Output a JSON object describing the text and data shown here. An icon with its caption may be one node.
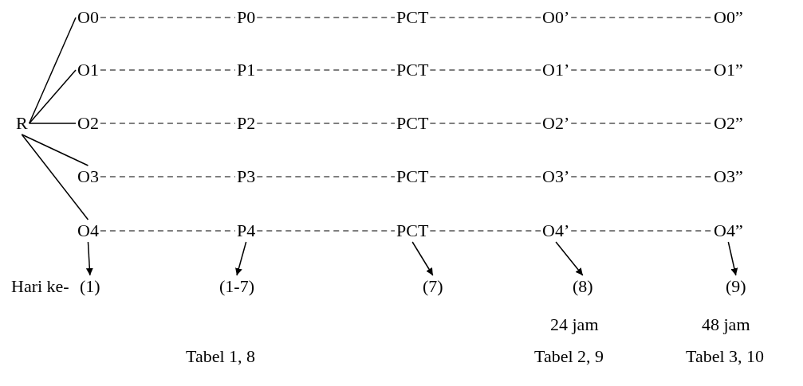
{
  "diagram": {
    "nodes": [
      {
        "text": [
          "R"
        ]
      },
      {
        "text": [
          "O0"
        ]
      },
      {
        "text": [
          "P0"
        ]
      },
      {
        "text": [
          "PCT"
        ]
      },
      {
        "text": [
          "O0’"
        ]
      },
      {
        "text": [
          "O0”"
        ]
      },
      {
        "text": [
          "O1"
        ]
      },
      {
        "text": [
          "P1"
        ]
      },
      {
        "text": [
          "PCT"
        ]
      },
      {
        "text": [
          "O1’"
        ]
      },
      {
        "text": [
          "O1”"
        ]
      },
      {
        "text": [
          "O2"
        ]
      },
      {
        "text": [
          "P2"
        ]
      },
      {
        "text": [
          "PCT"
        ]
      },
      {
        "text": [
          "O2’"
        ]
      },
      {
        "text": [
          "O2”"
        ]
      },
      {
        "text": [
          "O3"
        ]
      },
      {
        "text": [
          "P3"
        ]
      },
      {
        "text": [
          "PCT"
        ]
      },
      {
        "text": [
          "O3’"
        ]
      },
      {
        "text": [
          "O3”"
        ]
      },
      {
        "text": [
          "O4"
        ]
      },
      {
        "text": [
          "P4"
        ]
      },
      {
        "text": [
          "PCT"
        ]
      },
      {
        "text": [
          "O4’"
        ]
      },
      {
        "text": [
          "O4”"
        ]
      },
      {
        "text": [
          "(1)"
        ]
      },
      {
        "text": [
          "(1-7)"
        ]
      },
      {
        "text": [
          "(7)"
        ]
      },
      {
        "text": [
          "(8)"
        ]
      },
      {
        "text": [
          "(9)"
        ]
      }
    ],
    "edges": [
      {
        "from": 0,
        "to": 1,
        "arrow": "none"
      },
      {
        "from": 0,
        "to": 6,
        "arrow": "none"
      },
      {
        "from": 0,
        "to": 11,
        "arrow": "none"
      },
      {
        "from": 0,
        "to": 16,
        "arrow": "none"
      },
      {
        "from": 0,
        "to": 21,
        "arrow": "none"
      },
      {
        "from": 1,
        "to": 2,
        "arrow": "none",
        "style": "dashed"
      },
      {
        "from": 2,
        "to": 3,
        "arrow": "none",
        "style": "dashed"
      },
      {
        "from": 3,
        "to": 4,
        "arrow": "none",
        "style": "dashed"
      },
      {
        "from": 4,
        "to": 5,
        "arrow": "none",
        "style": "dashed"
      },
      {
        "from": 6,
        "to": 7,
        "arrow": "none",
        "style": "dashed"
      },
      {
        "from": 7,
        "to": 8,
        "arrow": "none",
        "style": "dashed"
      },
      {
        "from": 8,
        "to": 9,
        "arrow": "none",
        "style": "dashed"
      },
      {
        "from": 9,
        "to": 10,
        "arrow": "none",
        "style": "dashed"
      },
      {
        "from": 11,
        "to": 12,
        "arrow": "none",
        "style": "dashed"
      },
      {
        "from": 12,
        "to": 13,
        "arrow": "none",
        "style": "dashed"
      },
      {
        "from": 13,
        "to": 14,
        "arrow": "none",
        "style": "dashed"
      },
      {
        "from": 14,
        "to": 15,
        "arrow": "none",
        "style": "dashed"
      },
      {
        "from": 16,
        "to": 17,
        "arrow": "none",
        "style": "dashed"
      },
      {
        "from": 17,
        "to": 18,
        "arrow": "none",
        "style": "dashed"
      },
      {
        "from": 18,
        "to": 19,
        "arrow": "none",
        "style": "dashed"
      },
      {
        "from": 19,
        "to": 20,
        "arrow": "none",
        "style": "dashed"
      },
      {
        "from": 21,
        "to": 22,
        "arrow": "none",
        "style": "dashed"
      },
      {
        "from": 22,
        "to": 23,
        "arrow": "none",
        "style": "dashed"
      },
      {
        "from": 23,
        "to": 24,
        "arrow": "none",
        "style": "dashed"
      },
      {
        "from": 24,
        "to": 25,
        "arrow": "none",
        "style": "dashed"
      },
      {
        "from": 21,
        "to": 26,
        "arrow": "to"
      },
      {
        "from": 22,
        "to": 27,
        "arrow": "to"
      },
      {
        "from": 23,
        "to": 28,
        "arrow": "to"
      },
      {
        "from": 24,
        "to": 29,
        "arrow": "to"
      },
      {
        "from": 25,
        "to": 30,
        "arrow": "to"
      }
    ],
    "labels": [
      "Hari ke-",
      "24 jam",
      "48 jam",
      "Tabel 1, 8",
      "Tabel 2, 9",
      "Tabel 3, 10"
    ]
  }
}
